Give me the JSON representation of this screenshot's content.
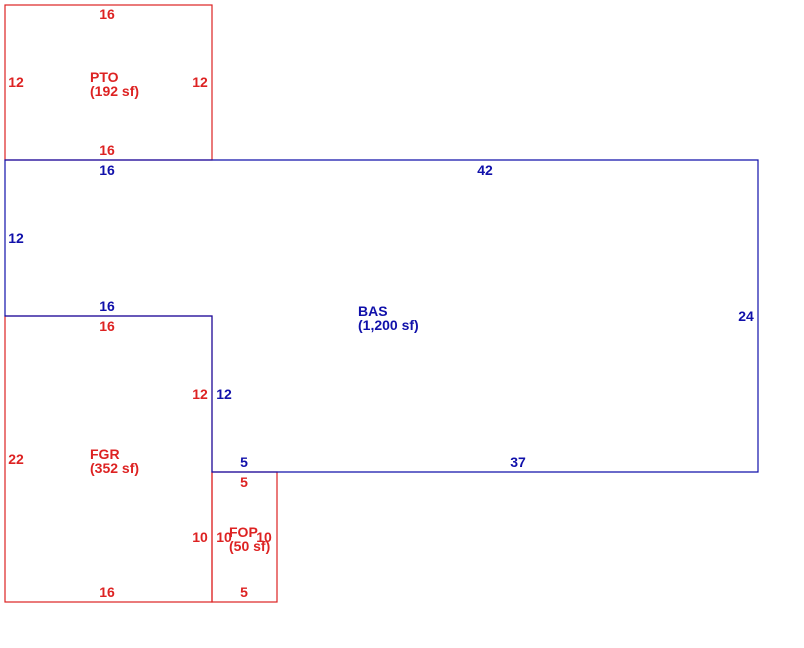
{
  "colors": {
    "red": "#dd2222",
    "blue": "#1010aa"
  },
  "areas": {
    "pto": {
      "name": "PTO",
      "area": "(192 sf)",
      "color": "red"
    },
    "bas": {
      "name": "BAS",
      "area": "(1,200 sf)",
      "color": "blue"
    },
    "fgr": {
      "name": "FGR",
      "area": "(352 sf)",
      "color": "red"
    },
    "fop": {
      "name": "FOP",
      "area": "(50 sf)",
      "color": "red"
    }
  },
  "dimensions": {
    "pto_top": "16",
    "pto_left": "12",
    "pto_right": "12",
    "pto_bottom": "16",
    "bas_top_left": "16",
    "bas_top_right": "42",
    "bas_left": "12",
    "bas_inner_top": "16",
    "bas_right": "24",
    "bas_inner_right": "12",
    "bas_bottom_short": "5",
    "bas_bottom_long": "37",
    "fgr_top": "16",
    "fgr_left": "22",
    "fgr_right": "12",
    "fgr_lower_right": "10",
    "fgr_bottom": "16",
    "fop_top": "5",
    "fop_left": "10",
    "fop_right": "10",
    "fop_bottom": "5"
  }
}
